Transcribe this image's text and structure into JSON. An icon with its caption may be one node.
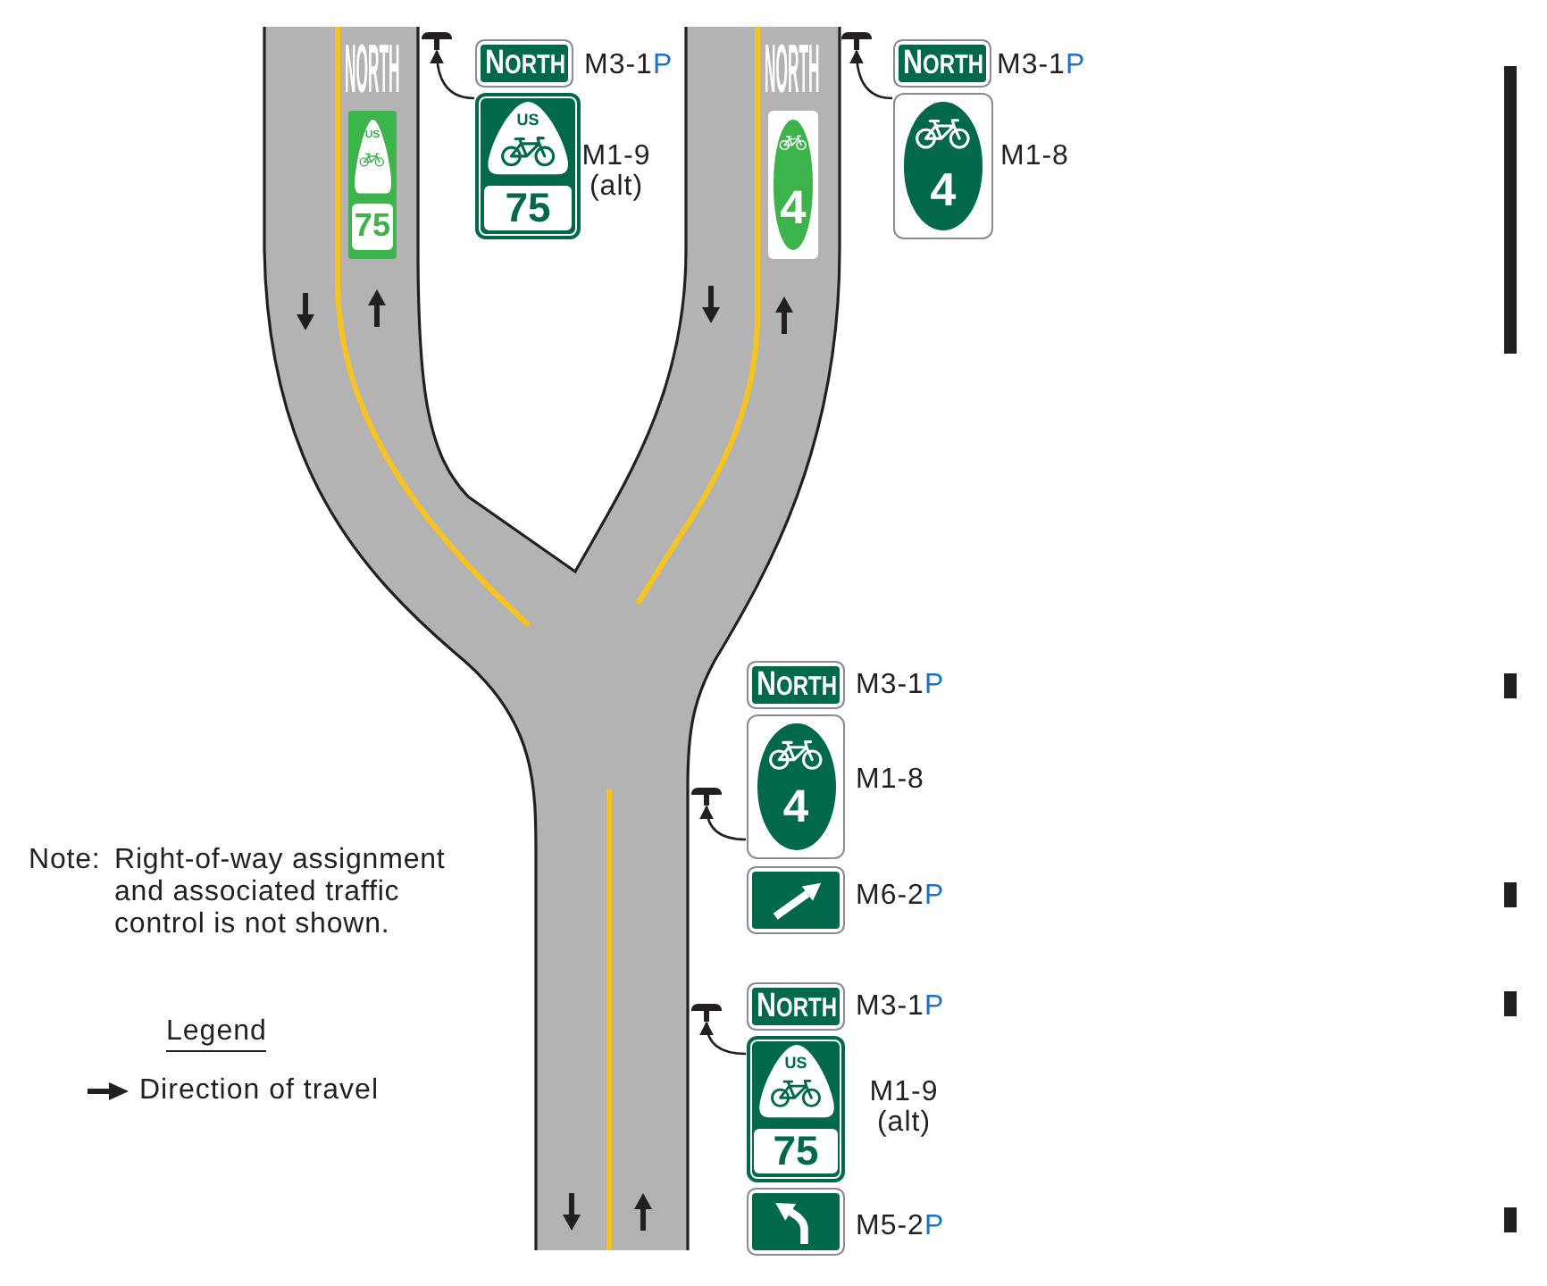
{
  "diagram": {
    "nodes": [
      {
        "text": [
          "US",
          "75"
        ]
      },
      {
        "text": [],
        "shape": "bar"
      },
      {
        "text": [
          "NORTH"
        ],
        "beside": [
          "M3-1P"
        ]
      },
      {
        "text": [
          "US",
          "75"
        ],
        "beside": [
          "M1-9 (alt)"
        ]
      },
      {
        "text": [
          "4"
        ]
      },
      {
        "text": [],
        "shape": "bar"
      },
      {
        "text": [
          "NORTH"
        ],
        "beside": [
          "M3-1P"
        ]
      },
      {
        "text": [
          "4"
        ],
        "beside": [
          "M1-8"
        ]
      },
      {
        "text": [
          "NORTH"
        ],
        "beside": [
          "M3-1P"
        ]
      },
      {
        "text": [
          "4"
        ],
        "beside": [
          "M1-8"
        ]
      },
      {
        "text": [],
        "shape": "bar"
      },
      {
        "text": [],
        "shape": "box",
        "beside": [
          "M6-2P"
        ]
      },
      {
        "text": [
          "NORTH"
        ],
        "beside": [
          "M3-1P"
        ]
      },
      {
        "text": [],
        "shape": "bar"
      },
      {
        "text": [
          "US",
          "75"
        ],
        "beside": [
          "M1-9 (alt)"
        ]
      },
      {
        "text": [],
        "shape": "box",
        "beside": [
          "M5-2P"
        ]
      }
    ],
    "edges": [
      {
        "from": 3,
        "to": 1,
        "arrow": "to"
      },
      {
        "from": 7,
        "to": 5,
        "arrow": "to"
      },
      {
        "from": 9,
        "to": 10,
        "arrow": "to"
      },
      {
        "from": 14,
        "to": 13,
        "arrow": "to"
      }
    ],
    "labels": [
      "NORTH",
      "NORTH",
      "Note: Right-of-way assignment and associated traffic control is not shown.",
      "Legend"
    ],
    "legend": [
      {
        "text": "Direction of travel"
      }
    ]
  }
}
